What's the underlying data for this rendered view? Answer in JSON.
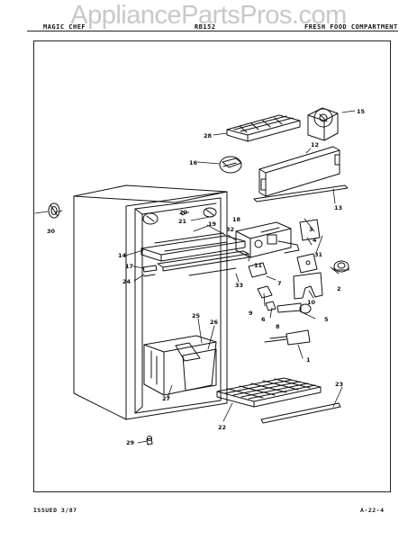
{
  "watermark": "AppliancePartsPros.com",
  "header": {
    "brand": "MAGIC CHEF",
    "model": "RB152",
    "section": "FRESH FOOD COMPARTMENT"
  },
  "footer": {
    "issued": "ISSUED 3/87",
    "page": "A-22-4"
  },
  "callouts": {
    "c1": "1",
    "c2": "2",
    "c3": "3",
    "c4": "4",
    "c5": "5",
    "c6": "6",
    "c7": "7",
    "c8": "8",
    "c9": "9",
    "c10": "10",
    "c11": "11",
    "c12": "12",
    "c13": "13",
    "c14": "14",
    "c15": "15",
    "c16": "16",
    "c17": "17",
    "c18": "18",
    "c19": "19",
    "c20": "20",
    "c21": "21",
    "c22": "22",
    "c23": "23",
    "c24": "24",
    "c25": "25",
    "c26": "26",
    "c27": "27",
    "c28": "28",
    "c29": "29",
    "c30": "30",
    "c31": "31",
    "c32": "32",
    "c33": "33"
  }
}
